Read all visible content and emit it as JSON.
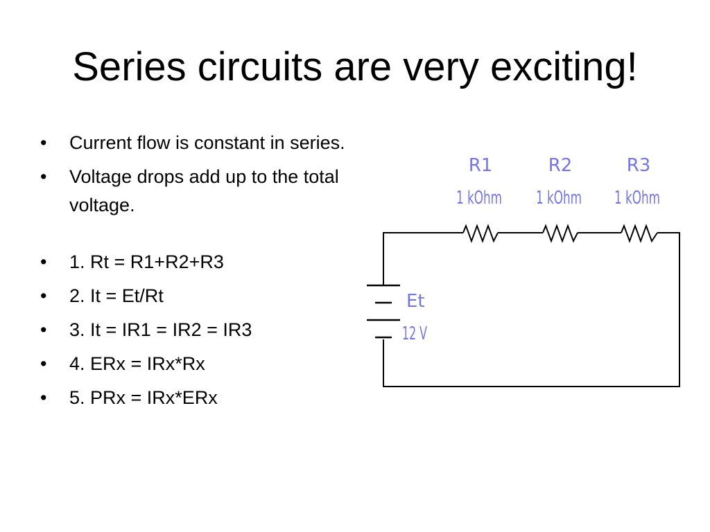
{
  "slide": {
    "title": "Series circuits are very exciting!"
  },
  "bullets": [
    {
      "glyph": "•",
      "text": "Current flow is constant in series."
    },
    {
      "glyph": "•",
      "text": "Voltage drops add up to the total voltage."
    },
    {
      "glyph": "•",
      "text": "1.  Rt = R1+R2+R3"
    },
    {
      "glyph": "•",
      "text": "2.  It = Et/Rt"
    },
    {
      "glyph": "•",
      "text": "3.  It = IR1 = IR2 = IR3"
    },
    {
      "glyph": "•",
      "text": "4.  ERx = IRx*Rx"
    },
    {
      "glyph": "•",
      "text": "5.  PRx = IRx*ERx"
    }
  ],
  "circuit": {
    "colors": {
      "wire": "#000000",
      "label": "#7575e0"
    },
    "resistors": [
      {
        "name": "R1",
        "value": "1 kOhm"
      },
      {
        "name": "R2",
        "value": "1 kOhm"
      },
      {
        "name": "R3",
        "value": "1 kOhm"
      }
    ],
    "source": {
      "name": "Et",
      "value": "12 V"
    }
  }
}
